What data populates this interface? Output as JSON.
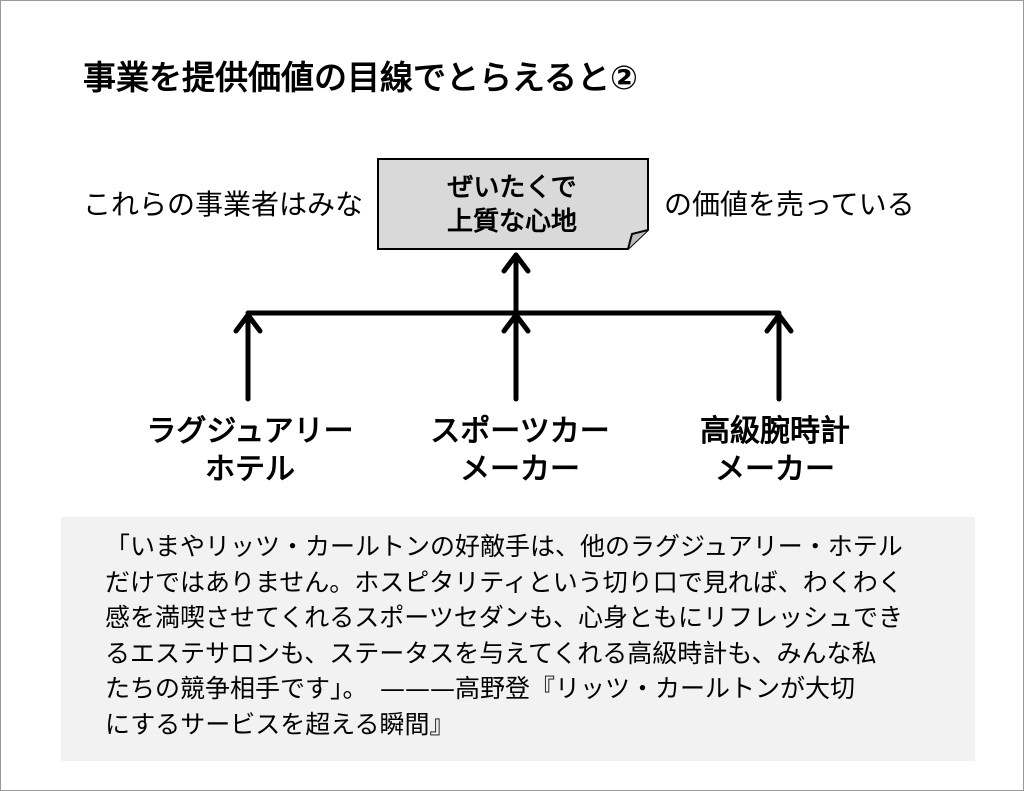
{
  "title": "事業を提供価値の目線でとらえると②",
  "value_statement": {
    "prefix": "これらの事業者はみな",
    "value_line1": "ぜいたくで",
    "value_line2": "上質な心地",
    "suffix": "の価値を売っている"
  },
  "sources": [
    {
      "line1": "ラグジュアリー",
      "line2": "ホテル"
    },
    {
      "line1": "スポーツカー",
      "line2": "メーカー"
    },
    {
      "line1": "高級腕時計",
      "line2": "メーカー"
    }
  ],
  "quote": "「いまやリッツ・カールトンの好敵手は、他のラグジュアリー・ホテル\nだけではありません。ホスピタリティという切り口で見れば、わくわく\n感を満喫させてくれるスポーツセダンも、心身ともにリフレッシュでき\nるエステサロンも、ステータスを与えてくれる高級時計も、みんな私\nたちの競争相手です」。　———高野登『リッツ・カールトンが大切\nにするサービスを超える瞬間』",
  "colors": {
    "note_fill": "#d9d9d9",
    "quote_bg": "#f2f2f2",
    "border": "#999999"
  }
}
